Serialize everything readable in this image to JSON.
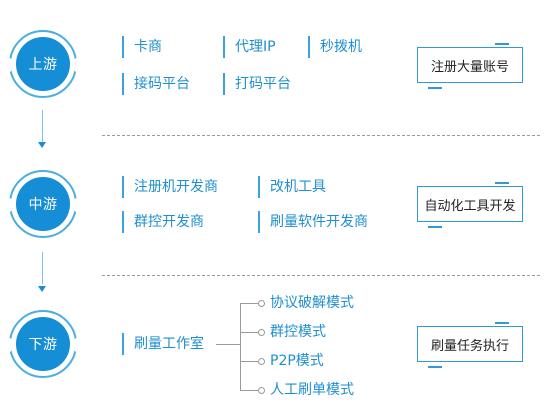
{
  "stages": [
    {
      "label": "上游",
      "tag": "注册大量账号",
      "items": [
        "卡商",
        "代理IP",
        "秒拨机",
        "接码平台",
        "打码平台"
      ]
    },
    {
      "label": "中游",
      "tag": "自动化工具开发",
      "items": [
        "注册机开发商",
        "改机工具",
        "群控开发商",
        "刷量软件开发商"
      ]
    },
    {
      "label": "下游",
      "tag": "刷量任务执行",
      "source": "刷量工作室",
      "modes": [
        "协议破解模式",
        "群控模式",
        "P2P模式",
        "人工刷单模式"
      ]
    }
  ],
  "colors": {
    "accent": "#168ed6",
    "text": "#1e8fcf",
    "divider": "#9a9a9a"
  }
}
